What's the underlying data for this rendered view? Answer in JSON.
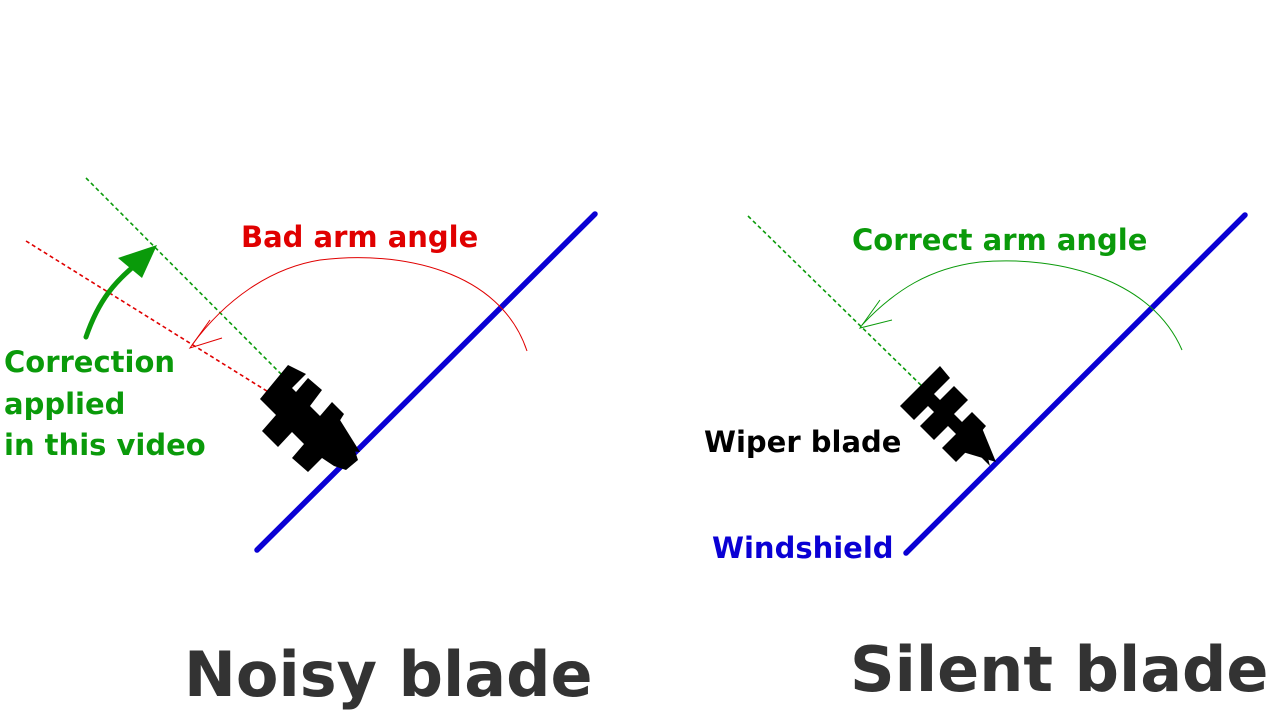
{
  "colors": {
    "windshield": "#0a00d4",
    "bad": "#e00000",
    "good": "#0a9a0a",
    "blade": "#000000",
    "caption": "#333333"
  },
  "left": {
    "angle_label": "Bad arm angle",
    "correction_lines": [
      "Correction",
      "applied",
      "in this video"
    ],
    "caption": "Noisy blade"
  },
  "right": {
    "angle_label": "Correct arm angle",
    "blade_label": "Wiper blade",
    "windshield_label": "Windshield",
    "caption": "Silent blade"
  }
}
